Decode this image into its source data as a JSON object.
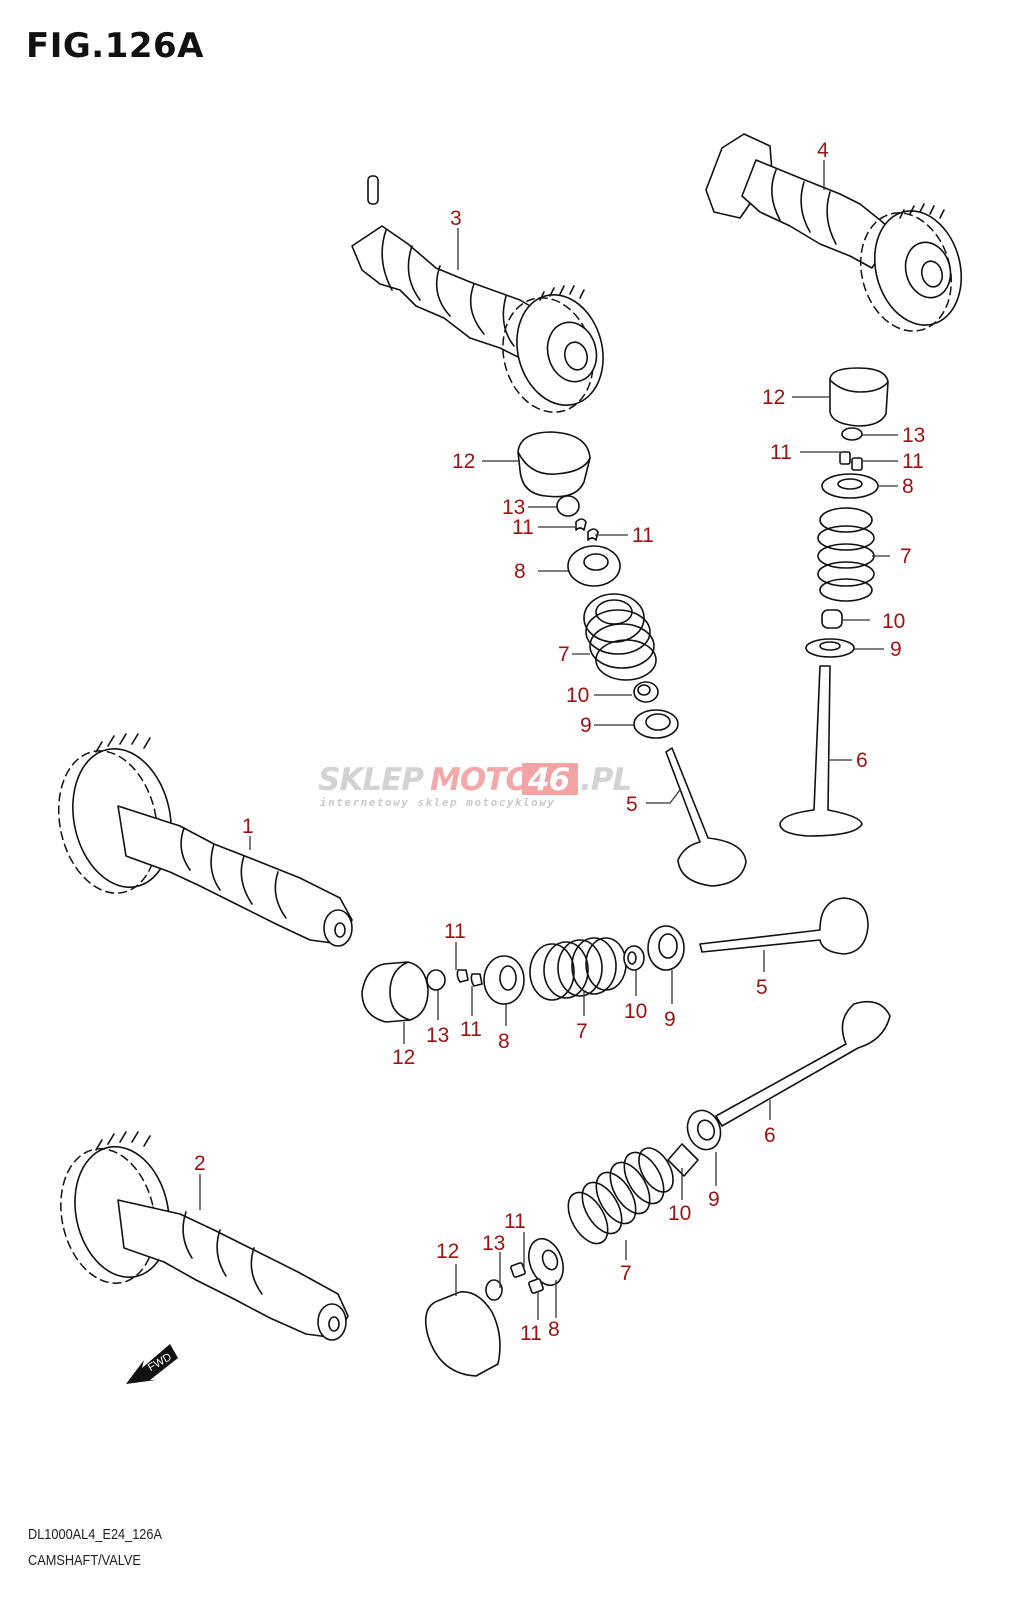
{
  "figure": {
    "title": "FIG.126A",
    "code": "DL1000AL4_E24_126A",
    "caption": "CAMSHAFT/VALVE"
  },
  "watermark": {
    "part1": "SKLEP",
    "part2": "MOTO",
    "part3": "46",
    "part4": ".PL",
    "tagline": "internetowy sklep motocyklowy",
    "colors": {
      "gray": "#cfcfcf",
      "pink": "#f2a0a0",
      "box": "#f19a9a"
    }
  },
  "orientation_marker": {
    "label": "FWD",
    "icon": "arrow-left-down-icon"
  },
  "callout_color": "#9b1212",
  "parts": [
    {
      "ref": "1",
      "name": "camshaft"
    },
    {
      "ref": "2",
      "name": "camshaft"
    },
    {
      "ref": "3",
      "name": "camshaft"
    },
    {
      "ref": "4",
      "name": "camshaft"
    },
    {
      "ref": "5",
      "name": "intake valve"
    },
    {
      "ref": "6",
      "name": "exhaust valve"
    },
    {
      "ref": "7",
      "name": "valve spring"
    },
    {
      "ref": "8",
      "name": "spring retainer"
    },
    {
      "ref": "9",
      "name": "spring seat"
    },
    {
      "ref": "10",
      "name": "stem seal"
    },
    {
      "ref": "11",
      "name": "cotter"
    },
    {
      "ref": "12",
      "name": "tappet"
    },
    {
      "ref": "13",
      "name": "shim"
    }
  ],
  "callouts": [
    {
      "label": "3"
    },
    {
      "label": "4"
    },
    {
      "label": "12"
    },
    {
      "label": "13"
    },
    {
      "label": "11"
    },
    {
      "label": "11"
    },
    {
      "label": "8"
    },
    {
      "label": "7"
    },
    {
      "label": "10"
    },
    {
      "label": "9"
    },
    {
      "label": "6"
    },
    {
      "label": "12"
    },
    {
      "label": "13"
    },
    {
      "label": "11"
    },
    {
      "label": "11"
    },
    {
      "label": "8"
    },
    {
      "label": "7"
    },
    {
      "label": "10"
    },
    {
      "label": "9"
    },
    {
      "label": "5"
    },
    {
      "label": "1"
    },
    {
      "label": "11"
    },
    {
      "label": "5"
    },
    {
      "label": "12"
    },
    {
      "label": "13"
    },
    {
      "label": "11"
    },
    {
      "label": "8"
    },
    {
      "label": "7"
    },
    {
      "label": "10"
    },
    {
      "label": "9"
    },
    {
      "label": "6"
    },
    {
      "label": "2"
    },
    {
      "label": "12"
    },
    {
      "label": "13"
    },
    {
      "label": "11"
    },
    {
      "label": "11"
    },
    {
      "label": "8"
    },
    {
      "label": "7"
    },
    {
      "label": "10"
    },
    {
      "label": "9"
    }
  ]
}
